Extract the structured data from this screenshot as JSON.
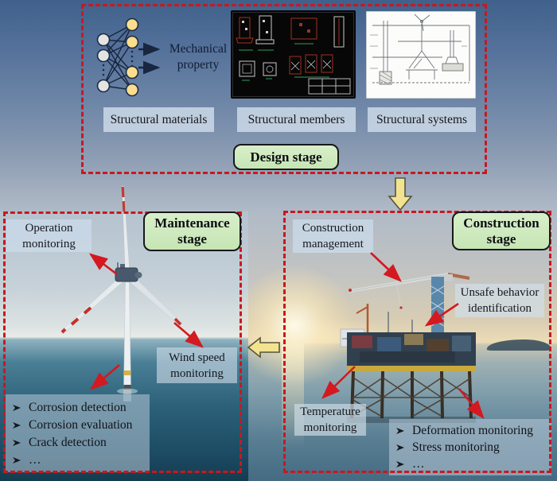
{
  "figure": {
    "design_stage": {
      "badge": "Design stage",
      "nn_output": [
        "Mechanical",
        "property"
      ],
      "panel_captions": [
        "Structural materials",
        "Structural members",
        "Structural systems"
      ]
    },
    "maintenance_stage": {
      "badge": [
        "Maintenance",
        "stage"
      ],
      "operation_label": [
        "Operation",
        "monitoring"
      ],
      "wind_speed_label": [
        "Wind speed",
        "monitoring"
      ],
      "checklist": [
        "Corrosion detection",
        "Corrosion evaluation",
        "Crack detection",
        "…"
      ]
    },
    "construction_stage": {
      "badge": [
        "Construction",
        "stage"
      ],
      "management_label": [
        "Construction",
        "management"
      ],
      "unsafe_label": [
        "Unsafe behavior",
        "identification"
      ],
      "temperature_label": [
        "Temperature",
        "monitoring"
      ],
      "checklist": [
        "Deformation monitoring",
        "Stress monitoring",
        "…"
      ]
    },
    "colors": {
      "dashed_border_red": "#c9181f",
      "stage_badge_green": "#cde9bb",
      "annotation_label_blue": "#cbdae8",
      "annotation_arrow_red": "#d41920",
      "flow_arrow_yellow": "#f2e391"
    }
  }
}
